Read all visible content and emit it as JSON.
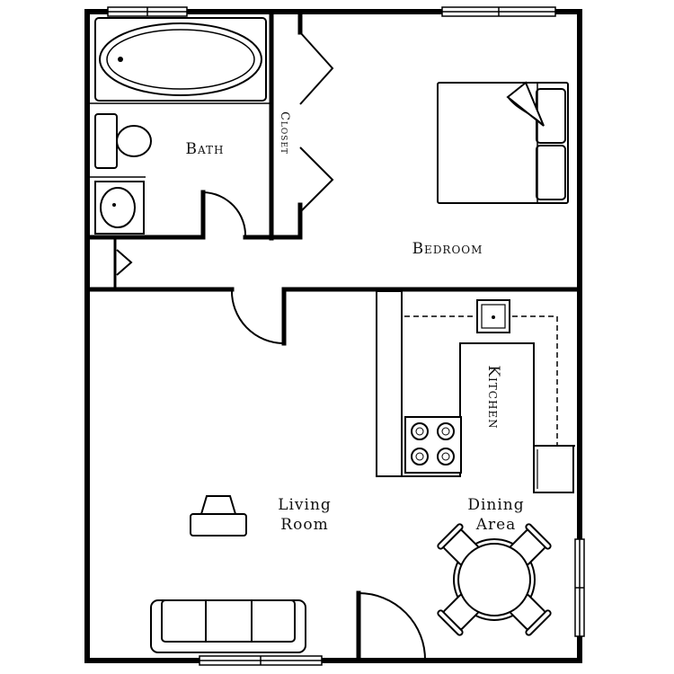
{
  "rooms": {
    "bath": "Bath",
    "closet": "Closet",
    "bedroom": "Bedroom",
    "kitchen": "Kitchen",
    "living_line1": "Living",
    "living_line2": "Room",
    "dining_line1": "Dining",
    "dining_line2": "Area"
  },
  "colors": {
    "ink": "#000000",
    "background": "#ffffff"
  }
}
